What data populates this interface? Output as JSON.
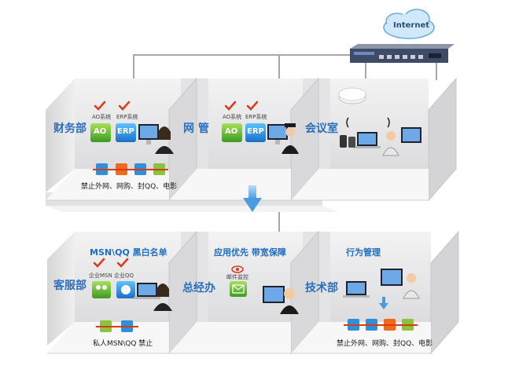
{
  "internet": "Internet",
  "top_rooms": [
    {
      "name": "财务部",
      "apps": [
        "AO系统",
        "ERP系统"
      ],
      "icons": [
        "AO",
        "ERP"
      ],
      "policy": "禁止外网、网购、封QQ、电影"
    },
    {
      "name": "网 管",
      "apps": [
        "AO系统",
        "ERP系统"
      ],
      "icons": [
        "AO",
        "ERP"
      ]
    },
    {
      "name": "会议室"
    }
  ],
  "bottom_rooms": [
    {
      "name": "客服部",
      "heading": "MSN\\QQ 黑白名单",
      "apps": [
        "企业MSN",
        "企业QQ"
      ],
      "policy": "私人MSN\\QQ 禁止"
    },
    {
      "name": "总经办",
      "heading": "应用优先 带宽保障",
      "apps": [
        "邮件监控"
      ]
    },
    {
      "name": "技术部",
      "heading": "行为管理",
      "policy": "禁止外网、网购、封QQ、电影"
    }
  ],
  "colors": {
    "accent": "#2a6fbf",
    "check": "#d93a1a",
    "arrow": "#6ab0e8",
    "wall": "#e9e9ea"
  }
}
